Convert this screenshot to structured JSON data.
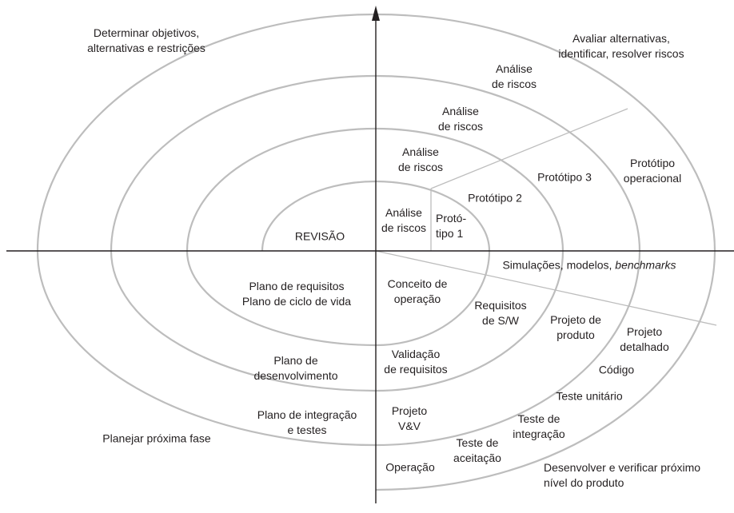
{
  "quadrants": {
    "top_left": [
      "Determinar objetivos,",
      "alternativas e restrições"
    ],
    "top_right": [
      "Avaliar alternativas,",
      "identificar, resolver riscos"
    ],
    "bottom_left": "Planejar próxima fase",
    "bottom_right": [
      "Desenvolver e verificar próximo",
      "nível do produto"
    ]
  },
  "risk_analysis": {
    "r1": [
      "Análise",
      "de riscos"
    ],
    "r2": [
      "Análise",
      "de riscos"
    ],
    "r3": [
      "Análise",
      "de riscos"
    ],
    "r4": [
      "Análise",
      "de riscos"
    ]
  },
  "prototypes": {
    "p1": [
      "Protó-",
      "tipo 1"
    ],
    "p2": "Protótipo 2",
    "p3": "Protótipo 3",
    "op": [
      "Protótipo",
      "operacional"
    ]
  },
  "review": "REVISÃO",
  "simulations": {
    "text": "Simulações, modelos, ",
    "italic": "benchmarks"
  },
  "plans": {
    "requirements": [
      "Plano de requisitos",
      "Plano de ciclo de vida"
    ],
    "development": [
      "Plano de",
      "desenvolvimento"
    ],
    "integration": [
      "Plano de integração",
      "e testes"
    ]
  },
  "development": {
    "concept": [
      "Conceito de",
      "operação"
    ],
    "sw_requirements": [
      "Requisitos",
      "de S/W"
    ],
    "product_design": [
      "Projeto de",
      "produto"
    ],
    "detailed_design": [
      "Projeto",
      "detalhado"
    ],
    "code": "Código",
    "unit_test": "Teste unitário",
    "integration_test": [
      "Teste de",
      "integração"
    ],
    "acceptance_test": [
      "Teste de",
      "aceitação"
    ],
    "operation": "Operação",
    "vv_design": [
      "Projeto",
      "V&V"
    ],
    "req_validation": [
      "Validação",
      "de requisitos"
    ]
  },
  "colors": {
    "spiral": "#bdbdbd",
    "axis": "#231f20",
    "divider": "#bdbdbd"
  }
}
